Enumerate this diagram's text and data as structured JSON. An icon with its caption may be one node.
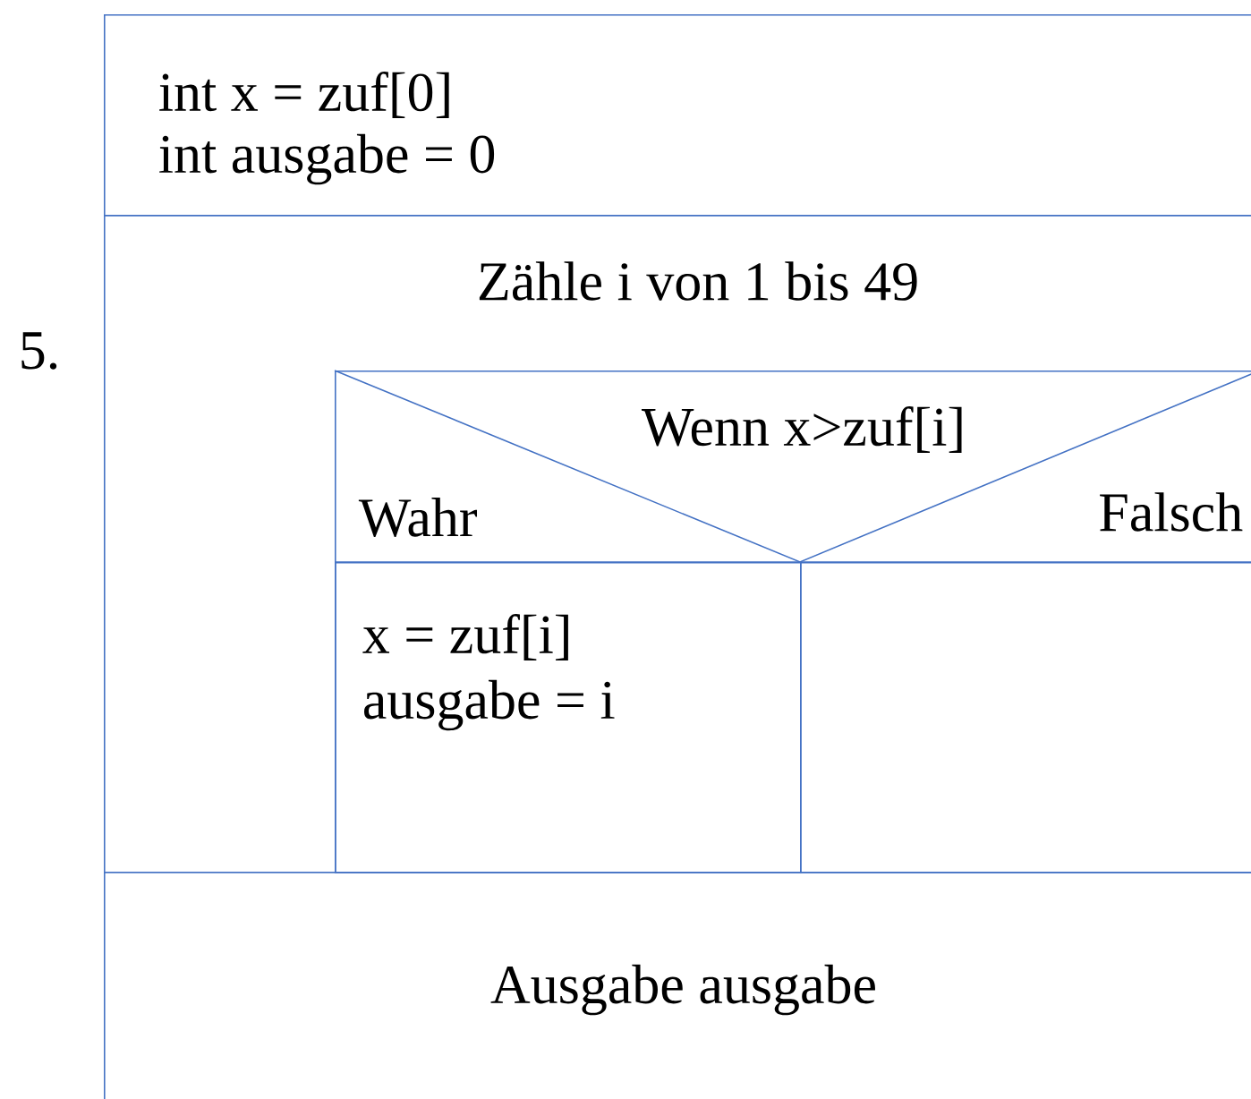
{
  "diagram": {
    "nodes": [
      {
        "text": [
          "int x = zuf[0]",
          "int ausgabe = 0"
        ]
      },
      {
        "text": [
          "Zähle i von 1 bis 49"
        ]
      },
      {
        "text": [
          "Wenn x>zuf[i]",
          "Wahr",
          "Falsch"
        ],
        "in": 1
      },
      {
        "text": [
          "x = zuf[i]",
          "ausgabe = i"
        ],
        "in": 2
      },
      {
        "text": [],
        "shape": "box",
        "in": 2
      },
      {
        "text": [
          "Ausgabe ausgabe"
        ]
      }
    ],
    "labels": [
      "5."
    ]
  }
}
